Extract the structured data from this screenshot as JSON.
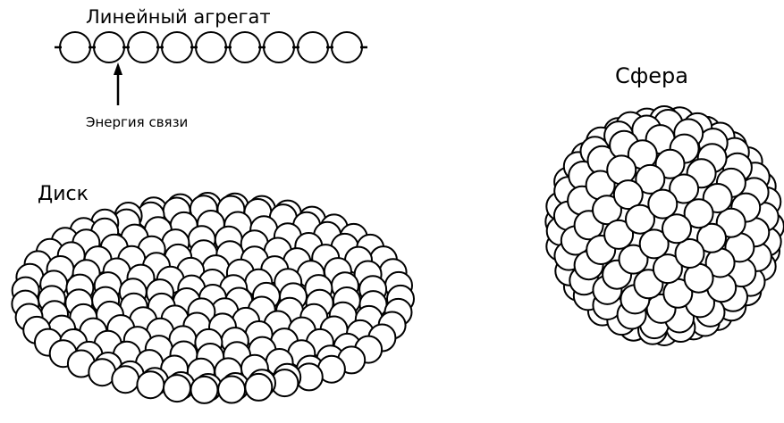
{
  "labels": {
    "linear": "Линейный  агрегат",
    "bond": "Энергия связи",
    "disk": "Диск",
    "sphere": "Сфера"
  },
  "colors": {
    "stroke": "#000000",
    "fill": "#ffffff"
  }
}
